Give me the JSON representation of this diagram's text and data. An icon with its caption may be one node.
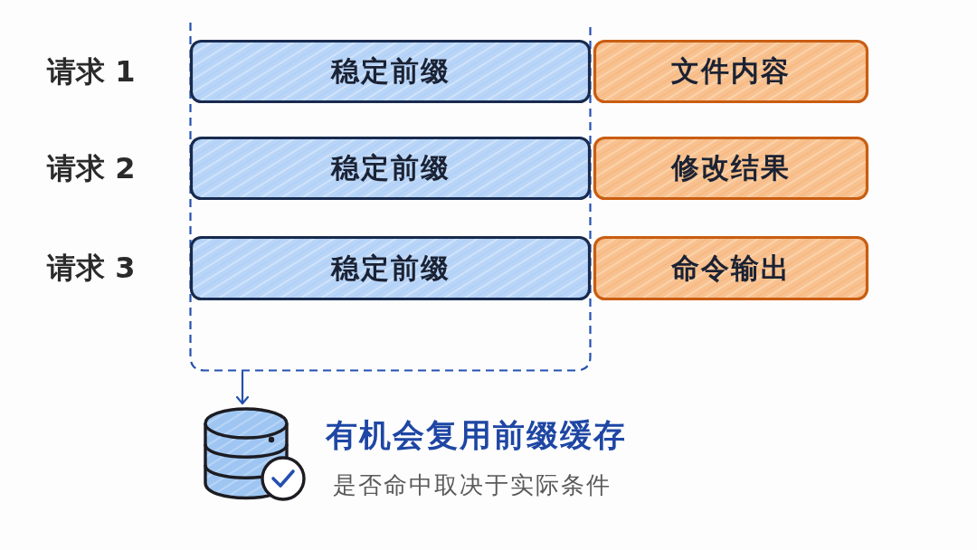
{
  "diagram": {
    "nodes": [
      {
        "text": [],
        "shape": "box"
      },
      {
        "text": [
          "稳定前缀"
        ],
        "in": 0
      },
      {
        "text": [
          "文件内容"
        ]
      },
      {
        "text": [
          "稳定前缀"
        ],
        "in": 0
      },
      {
        "text": [
          "修改结果"
        ]
      },
      {
        "text": [
          "稳定前缀"
        ],
        "in": 0
      },
      {
        "text": [
          "命令输出"
        ]
      },
      {
        "text": [],
        "shape": "cylinder",
        "beside": [
          "有机会复用前缀缓存",
          "是否命中取决于实际条件"
        ]
      }
    ],
    "edges": [
      {
        "from": 0,
        "to": 7,
        "arrow": "to"
      }
    ],
    "labels": [
      "请求 1",
      "请求 2",
      "请求 3"
    ]
  }
}
